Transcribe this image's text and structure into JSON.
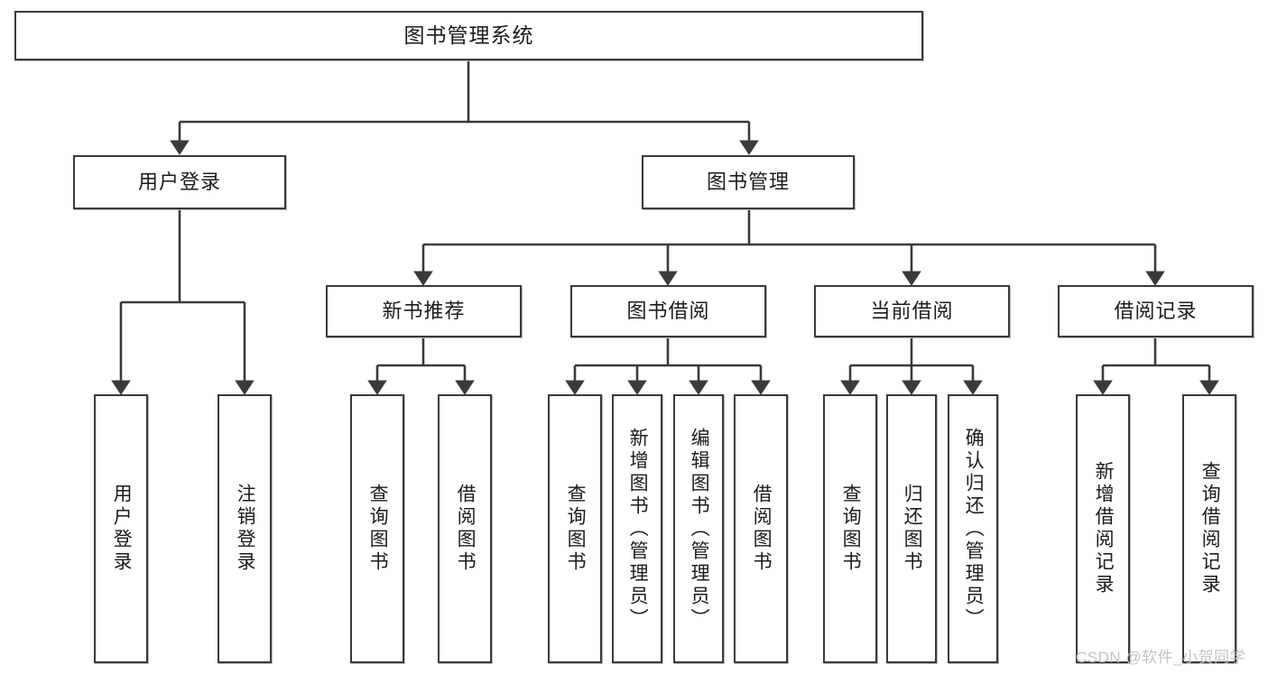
{
  "diagram": {
    "type": "hierarchy-tree",
    "title": "图书管理系统",
    "watermark": "CSDN @软件_小贺同学",
    "colors": {
      "box_border": "#3a3a3a",
      "box_fill": "#ffffff",
      "connector": "#3a3a3a",
      "text": "#1b1b1b",
      "watermark": "#c4c4c4"
    },
    "root": {
      "label": "图书管理系统"
    },
    "level2": [
      {
        "label": "用户登录"
      },
      {
        "label": "图书管理"
      }
    ],
    "level3": [
      {
        "label": "新书推荐"
      },
      {
        "label": "图书借阅"
      },
      {
        "label": "当前借阅"
      },
      {
        "label": "借阅记录"
      }
    ],
    "leaves": {
      "user_login": [
        {
          "label": "用户登录"
        },
        {
          "label": "注销登录"
        }
      ],
      "new_book_recommend": [
        {
          "label": "查询图书"
        },
        {
          "label": "借阅图书"
        }
      ],
      "book_borrow": [
        {
          "label": "查询图书"
        },
        {
          "label": "新增图书（管理员）"
        },
        {
          "label": "编辑图书（管理员）"
        },
        {
          "label": "借阅图书"
        }
      ],
      "current_borrow": [
        {
          "label": "查询图书"
        },
        {
          "label": "归还图书"
        },
        {
          "label": "确认归还（管理员）"
        }
      ],
      "borrow_record": [
        {
          "label": "新增借阅记录"
        },
        {
          "label": "查询借阅记录"
        }
      ]
    }
  }
}
